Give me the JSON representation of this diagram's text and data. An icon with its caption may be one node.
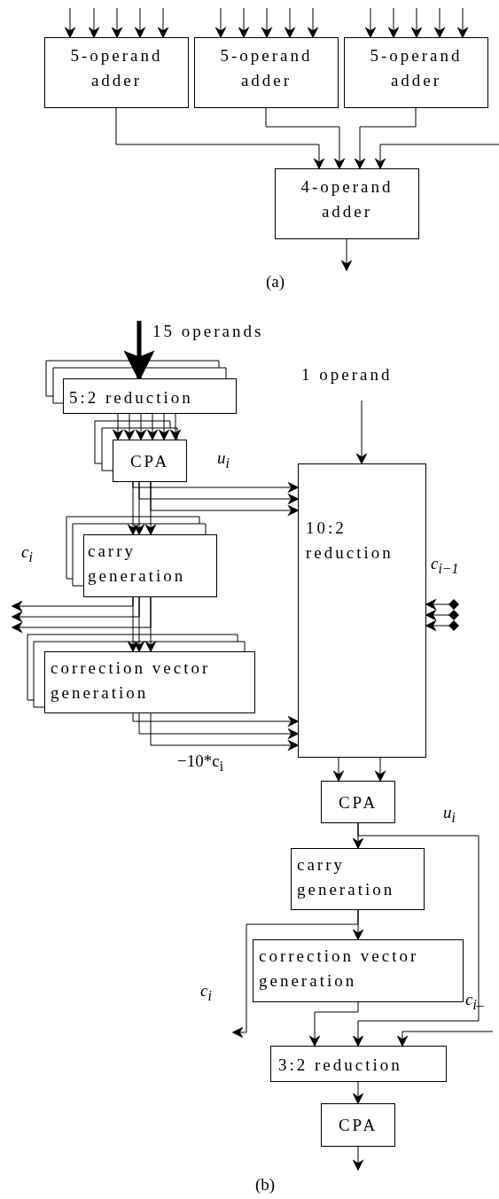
{
  "diagram": {
    "nodes": [
      {
        "text": [
          "5-operand adder"
        ]
      },
      {
        "text": [
          "5-operand adder"
        ]
      },
      {
        "text": [
          "5-operand adder"
        ]
      },
      {
        "text": [
          "4-operand adder"
        ]
      },
      {
        "text": [
          "5:2 reduction"
        ]
      },
      {
        "text": [
          "CPA"
        ]
      },
      {
        "text": [
          "carry generation"
        ]
      },
      {
        "text": [
          "correction vector generation"
        ]
      },
      {
        "text": [
          "10:2 reduction"
        ]
      },
      {
        "text": [
          "CPA"
        ]
      },
      {
        "text": [
          "carry generation"
        ]
      },
      {
        "text": [
          "correction vector generation"
        ]
      },
      {
        "text": [
          "3:2 reduction"
        ]
      },
      {
        "text": [
          "CPA"
        ]
      }
    ],
    "edges": [
      {
        "from": null,
        "to": 0,
        "arrow": "to"
      },
      {
        "from": null,
        "to": 0,
        "arrow": "to"
      },
      {
        "from": null,
        "to": 0,
        "arrow": "to"
      },
      {
        "from": null,
        "to": 0,
        "arrow": "to"
      },
      {
        "from": null,
        "to": 0,
        "arrow": "to"
      },
      {
        "from": null,
        "to": 1,
        "arrow": "to"
      },
      {
        "from": null,
        "to": 1,
        "arrow": "to"
      },
      {
        "from": null,
        "to": 1,
        "arrow": "to"
      },
      {
        "from": null,
        "to": 1,
        "arrow": "to"
      },
      {
        "from": null,
        "to": 1,
        "arrow": "to"
      },
      {
        "from": null,
        "to": 2,
        "arrow": "to"
      },
      {
        "from": null,
        "to": 2,
        "arrow": "to"
      },
      {
        "from": null,
        "to": 2,
        "arrow": "to"
      },
      {
        "from": null,
        "to": 2,
        "arrow": "to"
      },
      {
        "from": null,
        "to": 2,
        "arrow": "to"
      },
      {
        "from": 0,
        "to": 3,
        "arrow": "to"
      },
      {
        "from": 1,
        "to": 3,
        "arrow": "to"
      },
      {
        "from": 2,
        "to": 3,
        "arrow": "to"
      },
      {
        "from": null,
        "to": 3,
        "arrow": "to"
      },
      {
        "from": 3,
        "to": null,
        "arrow": "to"
      },
      {
        "from": null,
        "to": 4,
        "arrow": "to",
        "label": "15 operands",
        "style": "thick"
      },
      {
        "from": 4,
        "to": 5,
        "arrow": "to"
      },
      {
        "from": 4,
        "to": 5,
        "arrow": "to"
      },
      {
        "from": 4,
        "to": 5,
        "arrow": "to"
      },
      {
        "from": 4,
        "to": 5,
        "arrow": "to"
      },
      {
        "from": 4,
        "to": 5,
        "arrow": "to"
      },
      {
        "from": 4,
        "to": 5,
        "arrow": "to"
      },
      {
        "from": 5,
        "to": 6,
        "arrow": "to"
      },
      {
        "from": 5,
        "to": 6,
        "arrow": "to"
      },
      {
        "from": 5,
        "to": 6,
        "arrow": "to"
      },
      {
        "from": 5,
        "to": 8,
        "arrow": "to"
      },
      {
        "from": 5,
        "to": 8,
        "arrow": "to"
      },
      {
        "from": 5,
        "to": 8,
        "arrow": "to"
      },
      {
        "from": 6,
        "to": null,
        "arrow": "to"
      },
      {
        "from": 6,
        "to": null,
        "arrow": "to"
      },
      {
        "from": 6,
        "to": null,
        "arrow": "to"
      },
      {
        "from": 6,
        "to": 7,
        "arrow": "to"
      },
      {
        "from": 6,
        "to": 7,
        "arrow": "to"
      },
      {
        "from": 6,
        "to": 7,
        "arrow": "to"
      },
      {
        "from": 7,
        "to": 8,
        "arrow": "to"
      },
      {
        "from": 7,
        "to": 8,
        "arrow": "to"
      },
      {
        "from": 7,
        "to": 8,
        "arrow": "to"
      },
      {
        "from": null,
        "to": 8,
        "arrow": "to",
        "label": "1 operand"
      },
      {
        "from": null,
        "to": 8,
        "arrow": "to"
      },
      {
        "from": null,
        "to": 8,
        "arrow": "to"
      },
      {
        "from": null,
        "to": 8,
        "arrow": "to"
      },
      {
        "from": 8,
        "to": 9,
        "arrow": "to"
      },
      {
        "from": 8,
        "to": 9,
        "arrow": "to"
      },
      {
        "from": 9,
        "to": 10,
        "arrow": "to"
      },
      {
        "from": 9,
        "to": 12,
        "arrow": "to"
      },
      {
        "from": 10,
        "to": 11,
        "arrow": "to"
      },
      {
        "from": 10,
        "to": null,
        "arrow": "to"
      },
      {
        "from": 11,
        "to": 12,
        "arrow": "to"
      },
      {
        "from": null,
        "to": 12,
        "arrow": "to"
      },
      {
        "from": 12,
        "to": 13,
        "arrow": "to"
      },
      {
        "from": 13,
        "to": null,
        "arrow": "to"
      }
    ],
    "labels": [
      "(a)",
      "u$_{i}$",
      "c$_{i}$",
      "c$_{i−1}$",
      "−10*c$_{i}$",
      "u$_{i}$",
      "c$_{i}$",
      "c$_{i–}$",
      "(b)"
    ]
  }
}
